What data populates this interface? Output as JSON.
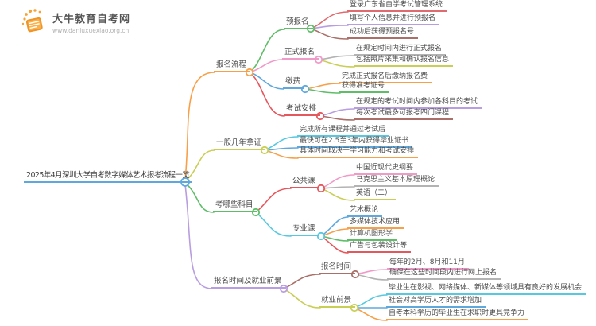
{
  "logo": {
    "title": "大牛教育自考网",
    "url": "www.daniuxuexiao.org.cn"
  },
  "mindmap": {
    "root": "2025年4月深圳大学自考数字媒体艺术报考流程一览",
    "branches": [
      {
        "label": "报名流程",
        "children": [
          {
            "label": "预报名",
            "leaves": [
              "登录广东省自学考试管理系统",
              "填写个人信息并进行预报名",
              "成功后获得预报名号"
            ]
          },
          {
            "label": "正式报名",
            "leaves": [
              "在规定时间内进行正式报名",
              "包括照片采集和确认报名信息"
            ]
          },
          {
            "label": "缴费",
            "leaves": [
              "完成正式报名后缴纳报名费",
              "获得准考证号"
            ]
          },
          {
            "label": "考试安排",
            "leaves": [
              "在规定的考试时间内参加各科目的考试",
              "每次考试最多可报考四门课程"
            ]
          }
        ]
      },
      {
        "label": "一般几年拿证",
        "leaves": [
          "完成所有课程并通过考试后",
          "最快可在2.5至3年内获得毕业证书",
          "具体时间取决于学习能力和考试安排"
        ]
      },
      {
        "label": "考哪些科目",
        "children": [
          {
            "label": "公共课",
            "leaves": [
              "中国近现代史纲要",
              "马克思主义基本原理概论",
              "英语（二）"
            ]
          },
          {
            "label": "专业课",
            "leaves": [
              "艺术概论",
              "多媒体技术应用",
              "计算机图形学",
              "广告与包装设计等"
            ]
          }
        ]
      },
      {
        "label": "报名时间及就业前景",
        "children": [
          {
            "label": "报名时间",
            "leaves": [
              "每年的2月、8月和11月",
              "确保在这些时间段内进行网上报名"
            ]
          },
          {
            "label": "就业前景",
            "leaves": [
              "毕业生在影视、网络媒体、新媒体等领域具有良好的发展机会",
              "社会对高学历人才的需求增加",
              "自考本科学历的毕业生在求职时更具竞争力"
            ]
          }
        ]
      }
    ]
  },
  "palette": {
    "blue": "#5fa8dd",
    "orange": "#f7a04a",
    "olive": "#c9ce55",
    "green": "#5fbd68",
    "purple": "#b89de0",
    "cyan": "#57c8e0",
    "pink": "#f09ac8",
    "red": "#e4575d",
    "soft_red": "#df6b6e",
    "brown": "#aa6f68",
    "gray": "#b3b3b3",
    "logo_orange": "#f69d2f",
    "text": "#4c4c4c"
  }
}
